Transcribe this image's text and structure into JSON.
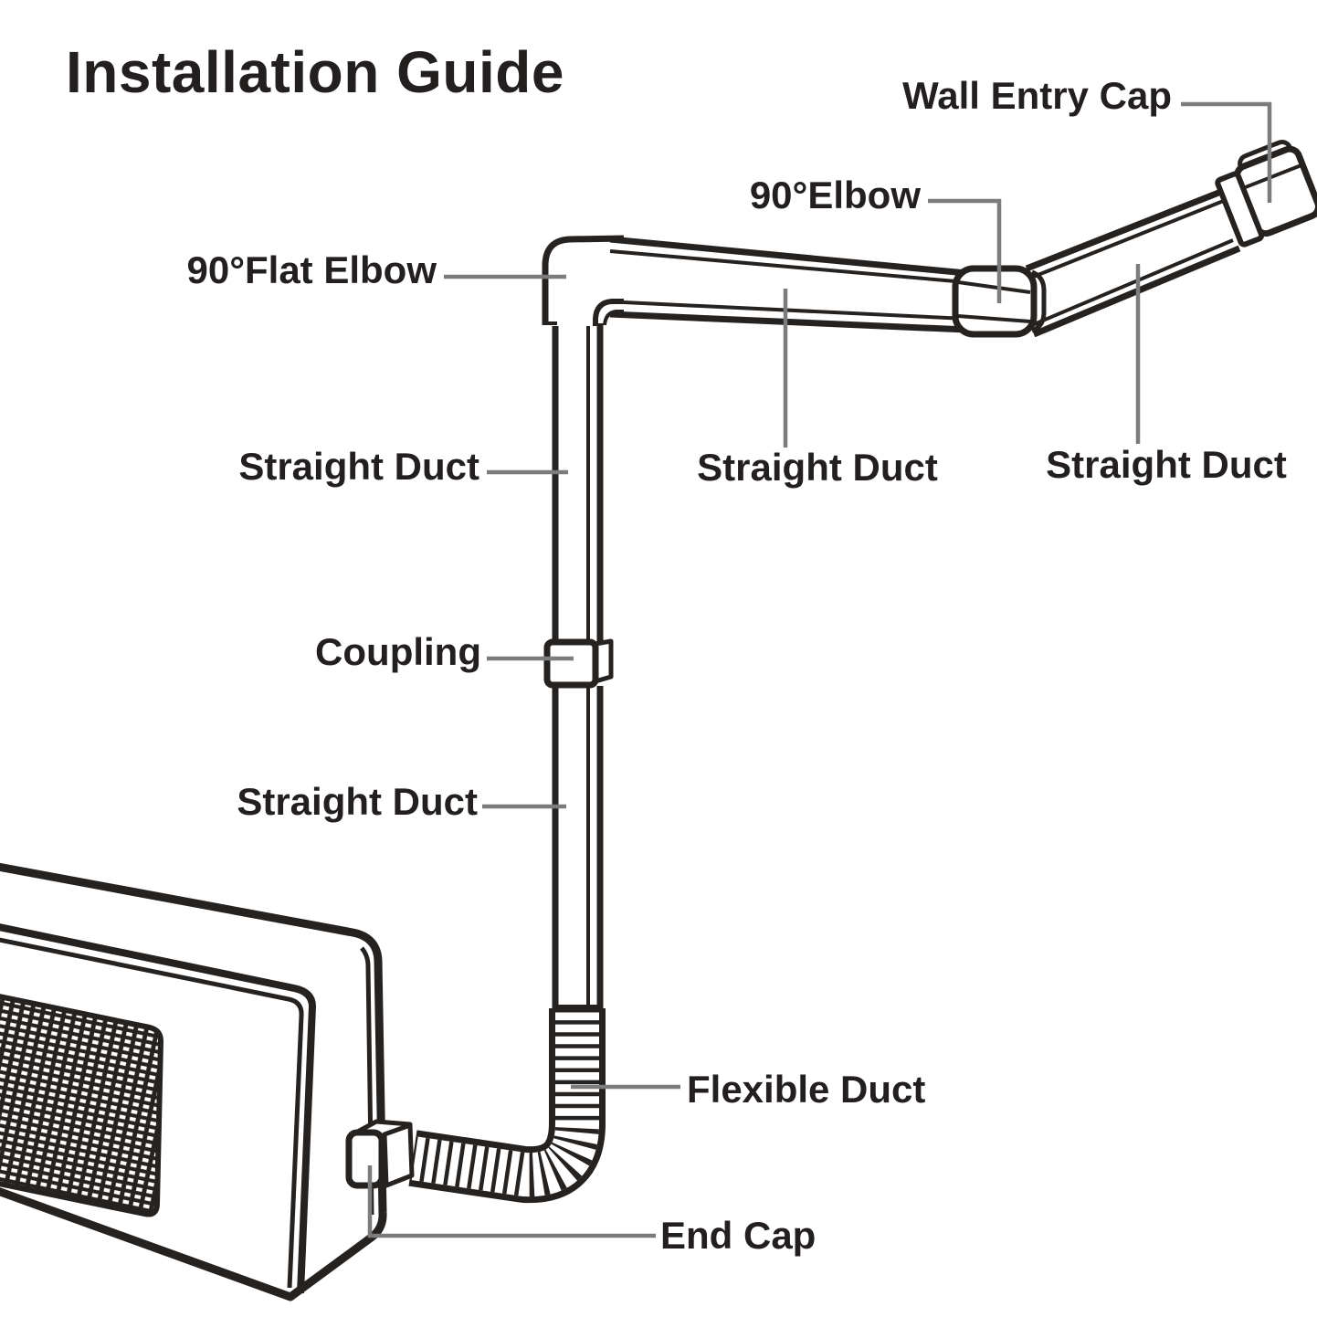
{
  "title": "Installation Guide",
  "labels": {
    "wall_entry_cap": "Wall Entry Cap",
    "elbow_90": "90°Elbow",
    "flat_elbow_90": "90°Flat Elbow",
    "straight_duct_upper_left": "Straight Duct",
    "straight_duct_horizontal": "Straight Duct",
    "straight_duct_diagonal": "Straight Duct",
    "coupling": "Coupling",
    "straight_duct_lower_left": "Straight Duct",
    "flexible_duct": "Flexible Duct",
    "end_cap": "End Cap"
  },
  "colors": {
    "line": "#262220",
    "leader_line": "#7c7c7c",
    "text": "#231f1f",
    "background": "#ffffff"
  }
}
